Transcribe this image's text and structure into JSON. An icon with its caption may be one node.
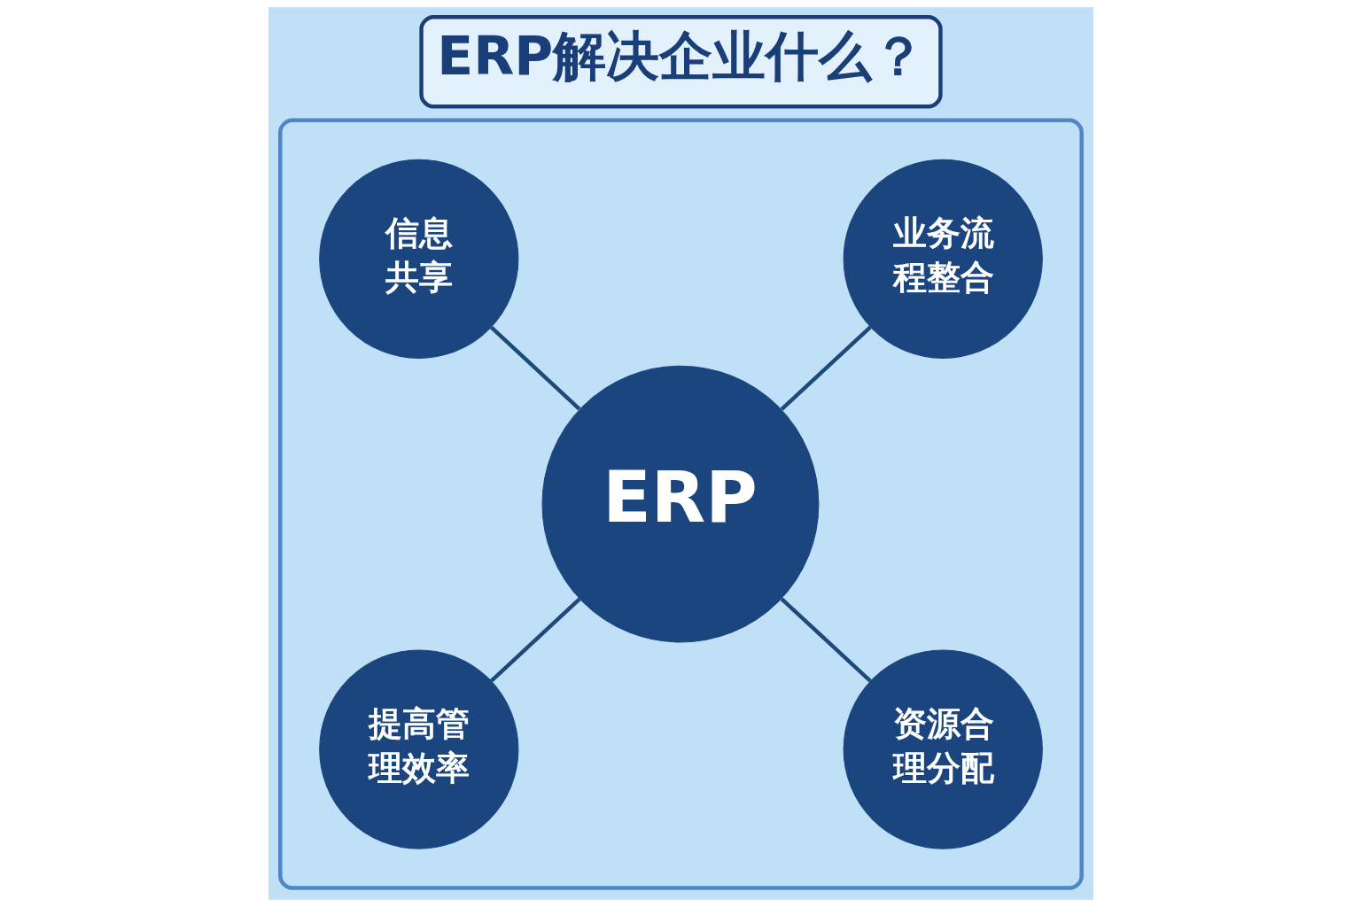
{
  "diagram": {
    "title": "ERP解决企业什么？",
    "nodes": [
      {
        "text": [],
        "shape": "box"
      },
      {
        "text": [
          "信息共享"
        ],
        "in": 0
      },
      {
        "text": [
          "业务流程整合"
        ],
        "in": 0
      },
      {
        "text": [
          "ERP"
        ],
        "in": 0
      },
      {
        "text": [
          "提高管理效率"
        ],
        "in": 0
      },
      {
        "text": [
          "资源合理分配"
        ],
        "in": 0
      }
    ],
    "edges": [
      {
        "from": 1,
        "to": 3,
        "arrow": "none"
      },
      {
        "from": 3,
        "to": 2,
        "arrow": "none"
      },
      {
        "from": 4,
        "to": 3,
        "arrow": "none"
      },
      {
        "from": 3,
        "to": 5,
        "arrow": "none"
      }
    ]
  }
}
